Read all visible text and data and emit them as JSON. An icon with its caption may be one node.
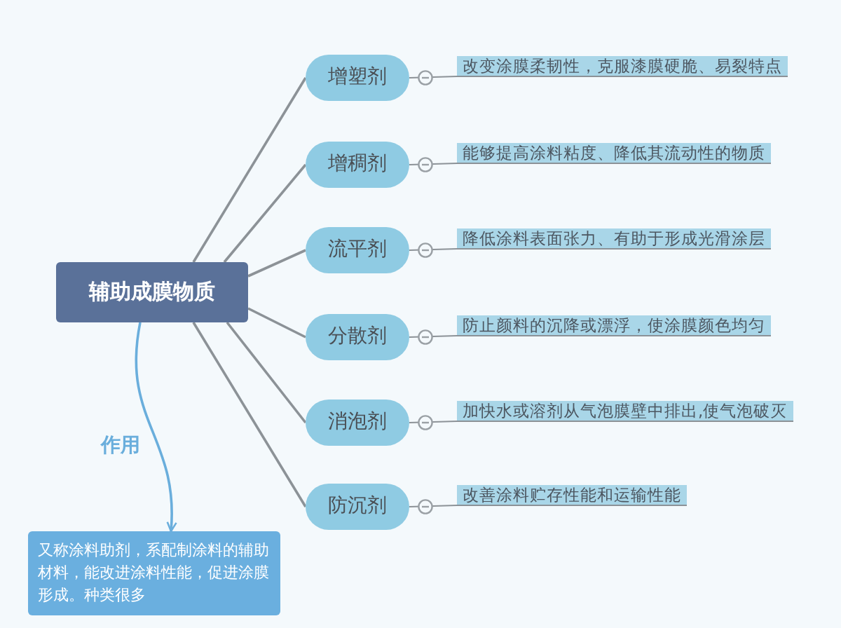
{
  "diagram": {
    "nodes": [
      {
        "text": [
          "辅助成膜物质"
        ]
      },
      {
        "text": [
          "增塑剂"
        ]
      },
      {
        "text": [
          "改变涂膜柔韧性，克服漆膜硬脆、易裂特点"
        ]
      },
      {
        "text": [
          "增稠剂"
        ]
      },
      {
        "text": [
          "能够提高涂料粘度、降低其流动性的物质"
        ]
      },
      {
        "text": [
          "流平剂"
        ]
      },
      {
        "text": [
          "降低涂料表面张力、有助于形成光滑涂层"
        ]
      },
      {
        "text": [
          "分散剂"
        ]
      },
      {
        "text": [
          "防止颜料的沉降或漂浮，使涂膜颜色均匀"
        ]
      },
      {
        "text": [
          "消泡剂"
        ]
      },
      {
        "text": [
          "加快水或溶剂从气泡膜壁中排出,使气泡破灭"
        ]
      },
      {
        "text": [
          "防沉剂"
        ]
      },
      {
        "text": [
          "改善涂料贮存性能和运输性能"
        ]
      },
      {
        "text": [
          "又称涂料助剂，系配制涂料的辅助材料，能改进涂料性能，促进涂膜形成。种类很多"
        ]
      }
    ],
    "edges": [
      {
        "from": 0,
        "to": 1,
        "arrow": "none"
      },
      {
        "from": 0,
        "to": 3,
        "arrow": "none"
      },
      {
        "from": 0,
        "to": 5,
        "arrow": "none"
      },
      {
        "from": 0,
        "to": 7,
        "arrow": "none"
      },
      {
        "from": 0,
        "to": 9,
        "arrow": "none"
      },
      {
        "from": 0,
        "to": 11,
        "arrow": "none"
      },
      {
        "from": 1,
        "to": 2,
        "arrow": "none"
      },
      {
        "from": 3,
        "to": 4,
        "arrow": "none"
      },
      {
        "from": 5,
        "to": 6,
        "arrow": "none"
      },
      {
        "from": 7,
        "to": 8,
        "arrow": "none"
      },
      {
        "from": 9,
        "to": 10,
        "arrow": "none"
      },
      {
        "from": 11,
        "to": 12,
        "arrow": "none"
      },
      {
        "from": 0,
        "to": 13,
        "arrow": "to",
        "label": "作用",
        "color": "#6aaedc"
      }
    ]
  }
}
